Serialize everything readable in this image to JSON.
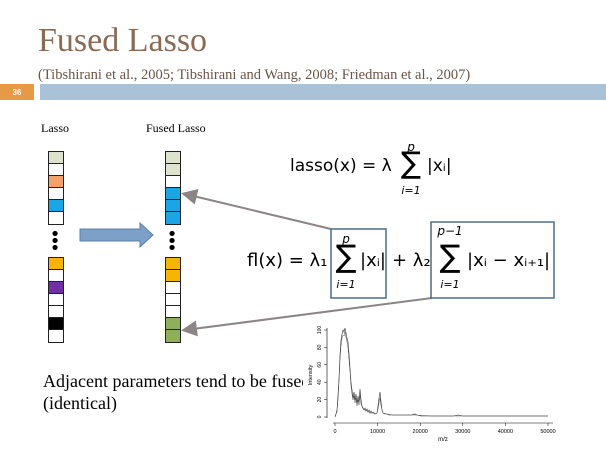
{
  "slide": {
    "title": "Fused Lasso",
    "subtitle": "(Tibshirani et al., 2005; Tibshirani and Wang, 2008; Friedman et al., 2007)",
    "number": "36"
  },
  "lasso_column": {
    "label": "Lasso",
    "top_cells": [
      "#dde3cc",
      "#ffffff",
      "#f4a26b",
      "#ffffff",
      "#19a6e5",
      "#ffffff"
    ],
    "bottom_cells": [
      "#f7b400",
      "#ffffff",
      "#7030a0",
      "#ffffff",
      "#ffffff",
      "#000000",
      "#ffffff"
    ]
  },
  "fused_column": {
    "label": "Fused Lasso",
    "top_cells": [
      "#dde3cc",
      "#dde3cc",
      "#ffffff",
      "#19a6e5",
      "#19a6e5",
      "#19a6e5"
    ],
    "bottom_cells": [
      "#f7b400",
      "#f7b400",
      "#ffffff",
      "#ffffff",
      "#ffffff",
      "#8fb05a",
      "#8fb05a"
    ]
  },
  "formulas": {
    "lasso_lhs": "lasso(x) = λ",
    "lasso_sum_top": "p",
    "lasso_sum_bottom": "i=1",
    "lasso_term": "|xᵢ|",
    "fl_lhs": "fl(x) = λ₁",
    "fl_sum1_top": "p",
    "fl_sum1_bottom": "i=1",
    "fl_term1": "|xᵢ|",
    "fl_plus": "+ λ₂",
    "fl_sum2_top": "p−1",
    "fl_sum2_bottom": "i=1",
    "fl_term2": "|xᵢ − xᵢ₊₁|"
  },
  "caption": "Adjacent parameters tend to be fused (identical)",
  "plot": {
    "ylabel": "Intensity",
    "xlabel": "m/z",
    "yticks": [
      "0",
      "20",
      "40",
      "60",
      "80",
      "100"
    ],
    "xticks": [
      "0",
      "10000",
      "20000",
      "30000",
      "40000",
      "50000"
    ]
  },
  "colors": {
    "title": "#8a6a55",
    "band": "#a9c2d8",
    "number_bg": "#e79a45",
    "box_border": "#4f6d87",
    "arrow": "#8b8585",
    "block_arrow": "#7da0c8"
  }
}
